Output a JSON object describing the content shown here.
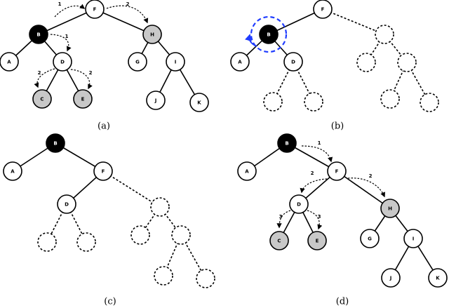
{
  "colors": {
    "black": "#000000",
    "gray": "#c8c8c8",
    "white": "#ffffff",
    "blue": "#1f3cff"
  },
  "panels": [
    {
      "caption": "(a)",
      "nodes": [
        {
          "id": "F",
          "label": "F",
          "fill": "white"
        },
        {
          "id": "B",
          "label": "B",
          "fill": "black"
        },
        {
          "id": "H",
          "label": "H",
          "fill": "gray"
        },
        {
          "id": "A",
          "label": "A",
          "fill": "white"
        },
        {
          "id": "D",
          "label": "D",
          "fill": "white"
        },
        {
          "id": "G",
          "label": "G",
          "fill": "white"
        },
        {
          "id": "I",
          "label": "I",
          "fill": "white"
        },
        {
          "id": "C",
          "label": "C",
          "fill": "gray"
        },
        {
          "id": "E",
          "label": "E",
          "fill": "gray"
        },
        {
          "id": "J",
          "label": "J",
          "fill": "white"
        },
        {
          "id": "K",
          "label": "K",
          "fill": "white"
        }
      ],
      "arrow_labels": [
        "1",
        "2",
        "1",
        "2",
        "2"
      ]
    },
    {
      "caption": "(b)",
      "nodes": [
        {
          "id": "F",
          "label": "F",
          "fill": "white"
        },
        {
          "id": "B",
          "label": "B",
          "fill": "black"
        },
        {
          "id": "A",
          "label": "A",
          "fill": "white"
        },
        {
          "id": "D",
          "label": "D",
          "fill": "white"
        }
      ]
    },
    {
      "caption": "(c)",
      "nodes": [
        {
          "id": "B",
          "label": "B",
          "fill": "black"
        },
        {
          "id": "A",
          "label": "A",
          "fill": "white"
        },
        {
          "id": "F",
          "label": "F",
          "fill": "white"
        },
        {
          "id": "D",
          "label": "D",
          "fill": "white"
        }
      ]
    },
    {
      "caption": "(d)",
      "nodes": [
        {
          "id": "B",
          "label": "B",
          "fill": "black"
        },
        {
          "id": "A",
          "label": "A",
          "fill": "white"
        },
        {
          "id": "F",
          "label": "F",
          "fill": "white"
        },
        {
          "id": "D",
          "label": "D",
          "fill": "white"
        },
        {
          "id": "H",
          "label": "H",
          "fill": "gray"
        },
        {
          "id": "C",
          "label": "C",
          "fill": "gray"
        },
        {
          "id": "E",
          "label": "E",
          "fill": "gray"
        },
        {
          "id": "G",
          "label": "G",
          "fill": "white"
        },
        {
          "id": "I",
          "label": "I",
          "fill": "white"
        },
        {
          "id": "J",
          "label": "J",
          "fill": "white"
        },
        {
          "id": "K",
          "label": "K",
          "fill": "white"
        }
      ],
      "arrow_labels": [
        "1",
        "2",
        "2",
        "3",
        "3"
      ]
    }
  ]
}
